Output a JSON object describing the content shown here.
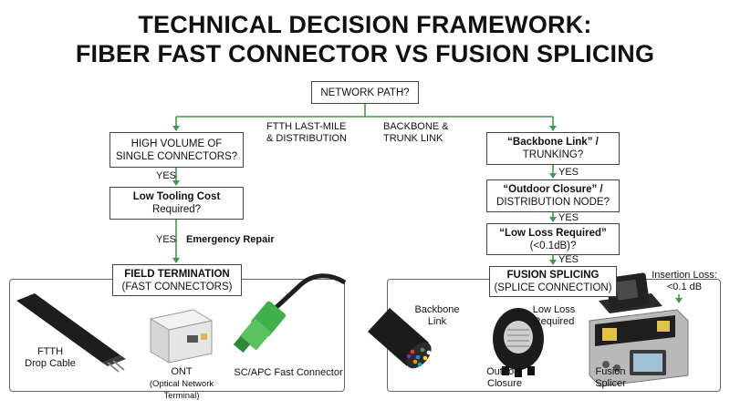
{
  "title": {
    "line1": "TECHNICAL DECISION FRAMEWORK:",
    "line2": "FIBER FAST CONNECTOR VS FUSION SPLICING"
  },
  "root": {
    "label": "NETWORK PATH?"
  },
  "branches": {
    "left": {
      "line1": "FTTH LAST-MILE",
      "line2": "& DISTRIBUTION"
    },
    "right": {
      "line1": "BACKBONE &",
      "line2": "TRUNK LINK"
    }
  },
  "left_flow": {
    "q1": {
      "line1": "HIGH VOLUME OF",
      "line2": "SINGLE CONNECTORS?"
    },
    "yes1": "YES",
    "q2": {
      "bold": "Low Tooling Cost",
      "line2": "Required?"
    },
    "yes2": "YES",
    "side_label": "Emergency Repair",
    "result": {
      "bold": "FIELD TERMINATION",
      "line2": "(FAST CONNECTORS)"
    }
  },
  "right_flow": {
    "q1": {
      "bold": "“Backbone Link” /",
      "line2": "TRUNKING?"
    },
    "yes1": "YES",
    "q2": {
      "bold": "“Outdoor Closure” /",
      "line2": "DISTRIBUTION NODE?"
    },
    "yes2": "YES",
    "q3": {
      "bold": "“Low Loss Required”",
      "line2": "(<0.1dB)?"
    },
    "yes3": "YES",
    "result": {
      "bold": "FUSION SPLICING",
      "line2": "(SPLICE CONNECTION)"
    },
    "callout": {
      "line1": "Insertion Loss:",
      "line2": "<0.1 dB"
    }
  },
  "left_panel": {
    "drop_cable": {
      "line1": "FTTH",
      "line2": "Drop Cable"
    },
    "ont": {
      "line1": "ONT",
      "line2": "(Optical Network",
      "line3": "Terminal)"
    },
    "connector": "SC/APC Fast Connector"
  },
  "right_panel": {
    "backbone": {
      "line1": "Backbone",
      "line2": "Link"
    },
    "low_loss": {
      "line1": "Low Loss",
      "line2": "Required"
    },
    "closure": {
      "line1": "Outdoor",
      "line2": "Closure"
    },
    "splicer": {
      "line1": "Fusion",
      "line2": "Splicer"
    }
  },
  "colors": {
    "arrow": "#3f9a4a",
    "connector_green": "#3fb04a",
    "box_border": "#444444"
  }
}
